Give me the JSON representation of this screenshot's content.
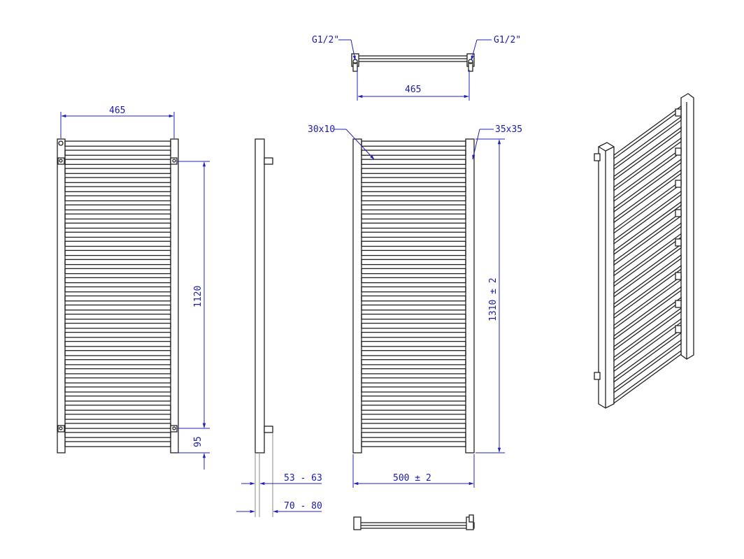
{
  "labels": {
    "top_left_thread": "G1/2\"",
    "top_right_thread": "G1/2\"",
    "top_width": "465",
    "front_width": "465",
    "front_height": "1120",
    "front_bottom": "95",
    "side_depth_a": "53 - 63",
    "side_depth_b": "70 - 80",
    "tube_bar": "30x10",
    "tube_post": "35x35",
    "main_width": "500  ± 2",
    "main_height": "1310  ± 2"
  },
  "colors": {
    "lines": "#222222",
    "dimensions": "#2020c0"
  }
}
